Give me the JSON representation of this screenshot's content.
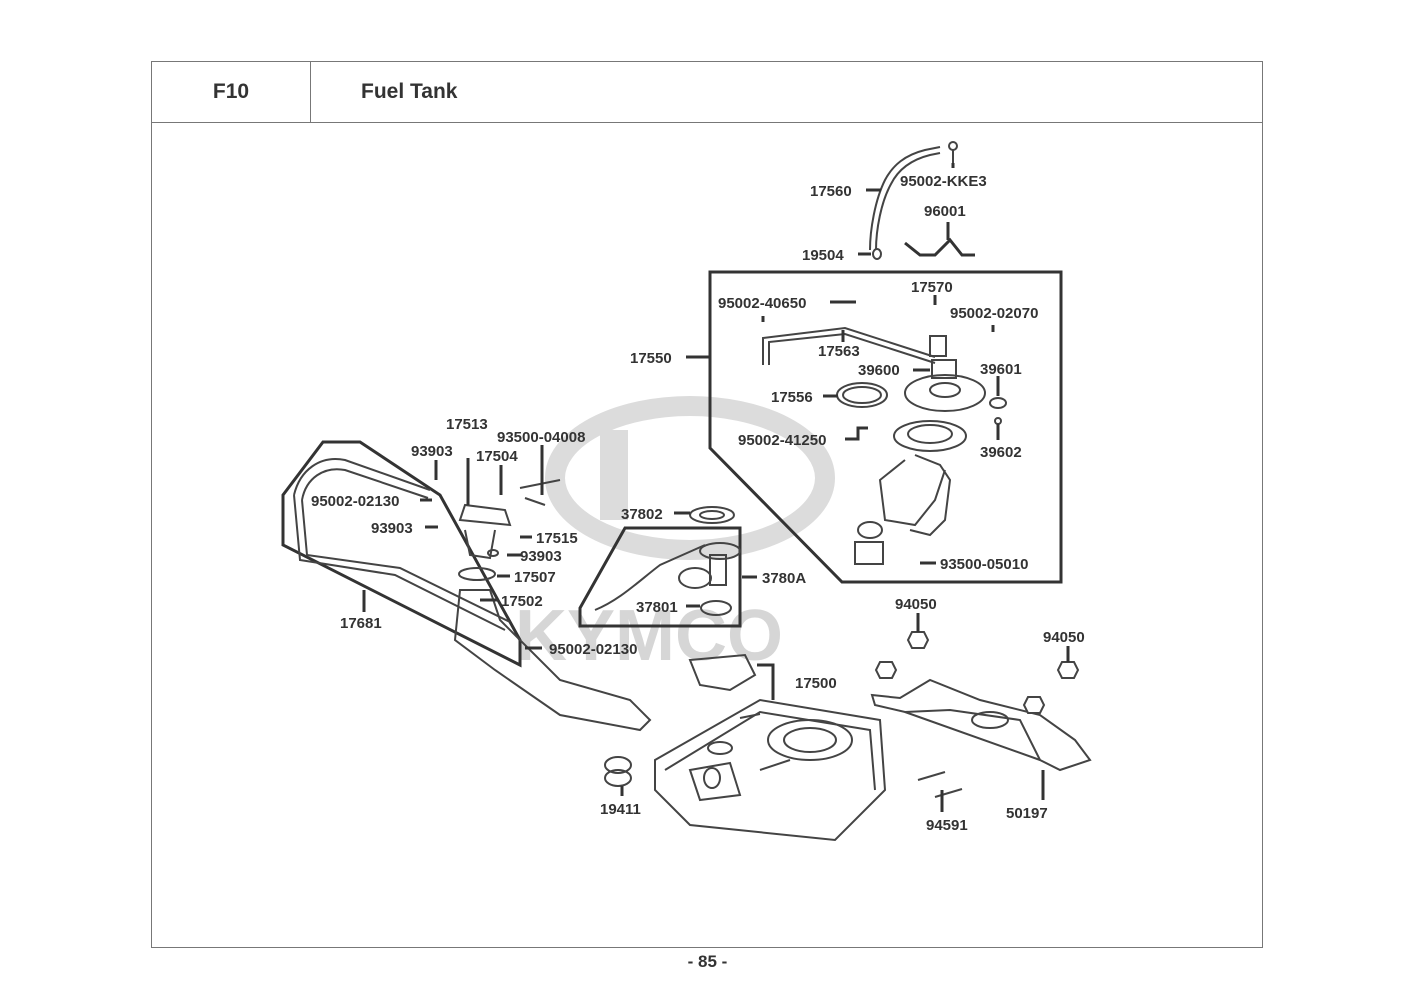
{
  "header": {
    "section_code": "F10",
    "section_title": "Fuel Tank"
  },
  "watermark": "KYMCO",
  "parts": [
    {
      "id": "p1",
      "number": "17560"
    },
    {
      "id": "p2",
      "number": "95002-KKE3"
    },
    {
      "id": "p3",
      "number": "96001"
    },
    {
      "id": "p4",
      "number": "19504"
    },
    {
      "id": "p5",
      "number": "17570"
    },
    {
      "id": "p6",
      "number": "95002-40650"
    },
    {
      "id": "p7",
      "number": "95002-02070"
    },
    {
      "id": "p8",
      "number": "17563"
    },
    {
      "id": "p9",
      "number": "17550"
    },
    {
      "id": "p10",
      "number": "39600"
    },
    {
      "id": "p11",
      "number": "39601"
    },
    {
      "id": "p12",
      "number": "17556"
    },
    {
      "id": "p13",
      "number": "95002-41250"
    },
    {
      "id": "p14",
      "number": "39602"
    },
    {
      "id": "p15",
      "number": "17513"
    },
    {
      "id": "p16",
      "number": "93500-04008"
    },
    {
      "id": "p17",
      "number": "93903"
    },
    {
      "id": "p18",
      "number": "17504"
    },
    {
      "id": "p19",
      "number": "95002-02130"
    },
    {
      "id": "p20",
      "number": "93903"
    },
    {
      "id": "p21",
      "number": "17515"
    },
    {
      "id": "p22",
      "number": "93903"
    },
    {
      "id": "p23",
      "number": "17507"
    },
    {
      "id": "p24",
      "number": "17502"
    },
    {
      "id": "p25",
      "number": "17681"
    },
    {
      "id": "p26",
      "number": "95002-02130"
    },
    {
      "id": "p27",
      "number": "37802"
    },
    {
      "id": "p28",
      "number": "3780A"
    },
    {
      "id": "p29",
      "number": "37801"
    },
    {
      "id": "p30",
      "number": "93500-05010"
    },
    {
      "id": "p31",
      "number": "94050"
    },
    {
      "id": "p32",
      "number": "94050"
    },
    {
      "id": "p33",
      "number": "17500"
    },
    {
      "id": "p34",
      "number": "19411"
    },
    {
      "id": "p35",
      "number": "94591"
    },
    {
      "id": "p36",
      "number": "50197"
    }
  ],
  "footer": {
    "page_number": "- 85 -"
  }
}
